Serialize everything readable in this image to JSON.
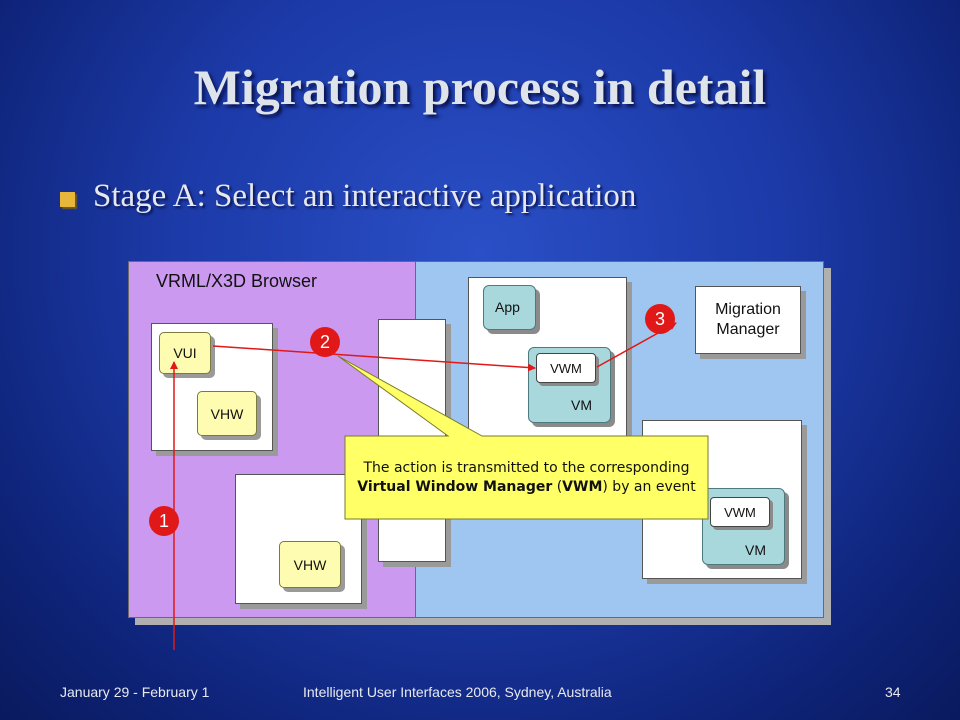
{
  "slide": {
    "title": "Migration process in detail",
    "bullet": "Stage A: Select an interactive application"
  },
  "diagram": {
    "browser_label": "VRML/X3D Browser",
    "vui": "VUI",
    "vhw": "VHW",
    "app": "App",
    "vwm": "VWM",
    "vm": "VM",
    "migration_manager": [
      "Migration",
      "Manager"
    ],
    "steps": [
      "1",
      "2",
      "3"
    ],
    "callout": {
      "pre": "The action is transmitted to the corresponding ",
      "bold1": "Virtual Window Manager",
      "mid1": " (",
      "bold2": "VWM",
      "post": ") by an event"
    },
    "colors": {
      "browser_bg": "#cc99f0",
      "panel_bg": "#9ec6f0",
      "component_yellow": "#fefcb0",
      "vm_teal": "#a8d8dc",
      "step_red": "#e01818",
      "callout_yellow": "#ffff66"
    }
  },
  "footer": {
    "date": "January 29 - February 1",
    "conference": "Intelligent User Interfaces 2006, Sydney, Australia",
    "page": "34"
  }
}
